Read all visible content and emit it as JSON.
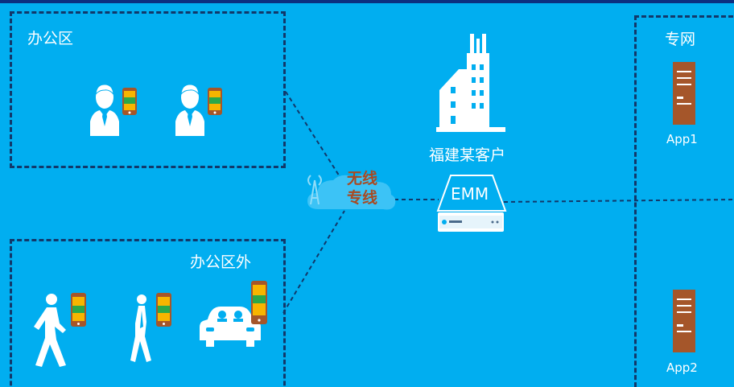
{
  "zones": {
    "office": "办公区",
    "outside": "办公区外",
    "private_net": "专网"
  },
  "customer": {
    "label": "福建某客户"
  },
  "emm": {
    "label": "EMM"
  },
  "wireless": {
    "line1": "无线",
    "line2": "专线"
  },
  "apps": [
    {
      "label": "App1"
    },
    {
      "label": "App2"
    }
  ],
  "icons": {
    "person": "businessman-icon",
    "phone": "smartphone-icon",
    "walker": "walking-person-icon",
    "car": "car-icon",
    "building": "building-icon",
    "server": "server-icon",
    "cloud": "cloud-icon",
    "antenna": "antenna-icon"
  },
  "colors": {
    "background": "#01aef0",
    "zone_border": "#12386a",
    "server": "#a5562a",
    "wireless_text": "#a84a22"
  }
}
